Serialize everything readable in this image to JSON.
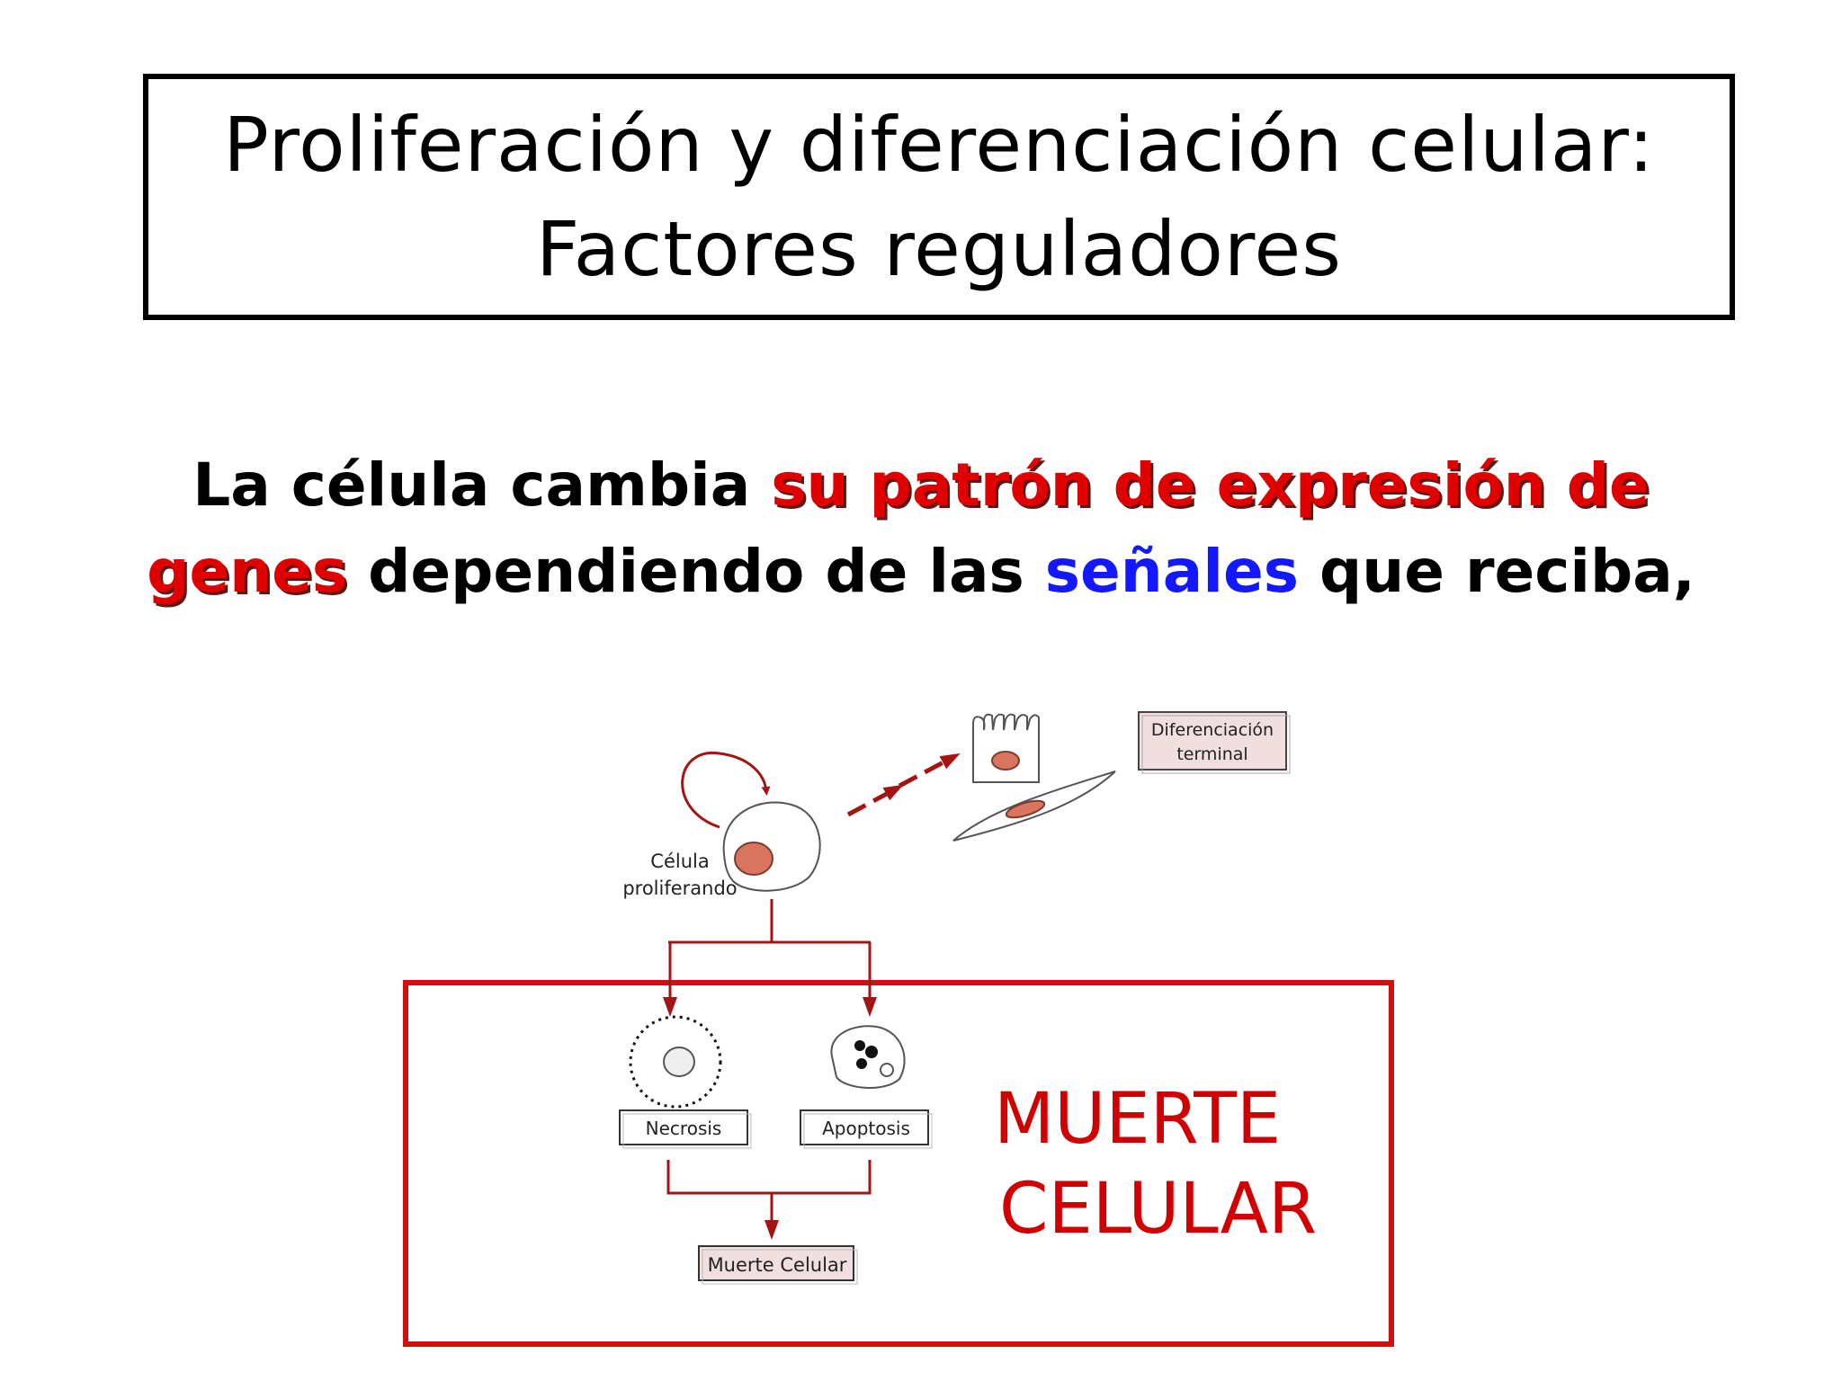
{
  "title": {
    "line1": "Proliferación y diferenciación celular:",
    "line2": "Factores reguladores"
  },
  "subtitle": {
    "part1": "La célula cambia ",
    "red1": "su patrón de expresión de",
    "red2": "genes",
    "part2": " dependiendo de las ",
    "blue": "señales",
    "part3": " que reciba,"
  },
  "diagram": {
    "proliferating_cell_label_1": "Célula",
    "proliferating_cell_label_2": "proliferando",
    "terminal_diff_label_1": "Diferenciación",
    "terminal_diff_label_2": "terminal",
    "necrosis_label": "Necrosis",
    "apoptosis_label": "Apoptosis",
    "cell_death_label": "Muerte Celular",
    "big_label_1": "MUERTE",
    "big_label_2": "CELULAR"
  },
  "colors": {
    "accent_red": "#e00000",
    "accent_blue": "#1418ff",
    "arrow_red": "#a31515",
    "nucleus": "#d9755f"
  }
}
